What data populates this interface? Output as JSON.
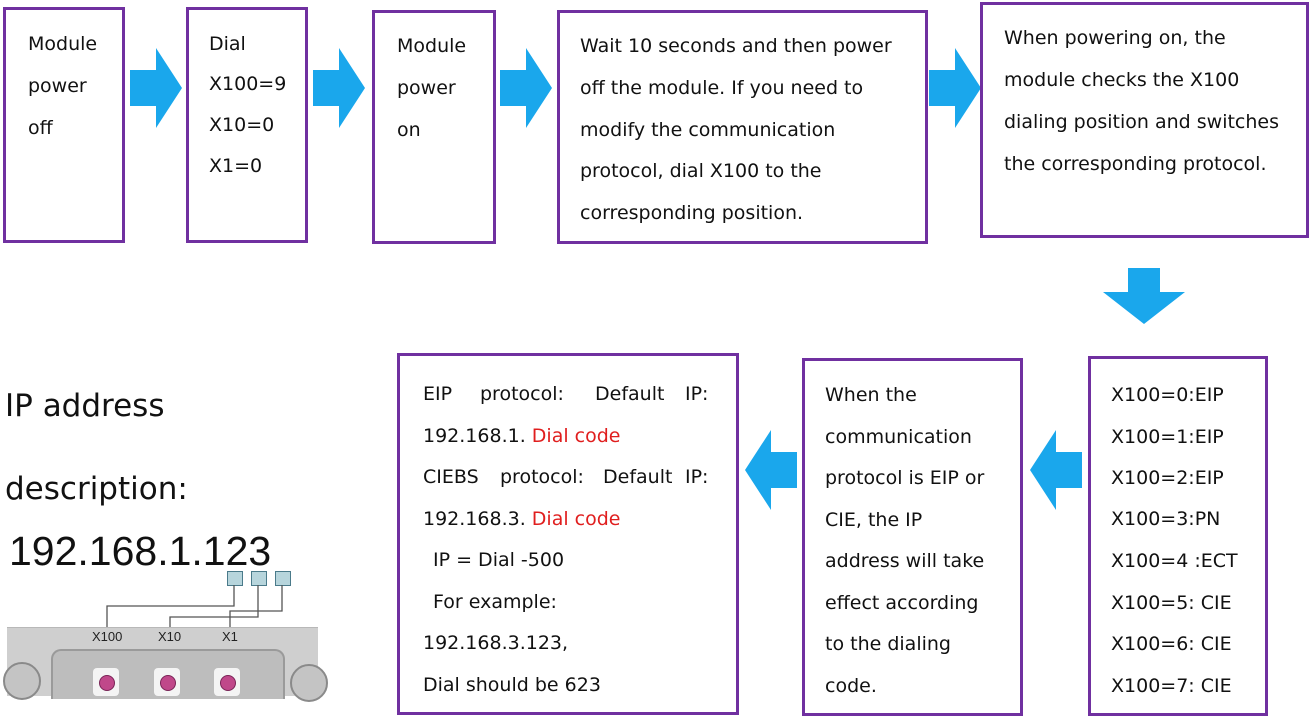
{
  "top_flow": {
    "box1": [
      "Module",
      "power",
      "off"
    ],
    "box2": [
      "Dial",
      "X100=9",
      "X10=0",
      "X1=0"
    ],
    "box3": [
      "Module",
      "power",
      "on"
    ],
    "box4": [
      "Wait 10 seconds and then power",
      "off the module. If you need to",
      "modify the communication",
      "protocol, dial X100 to the",
      "corresponding position."
    ],
    "box5": [
      "When powering on, the",
      "module checks the X100",
      "dialing position and switches",
      "the corresponding protocol."
    ]
  },
  "protocol_list": [
    "X100=0:EIP",
    "X100=1:EIP",
    "X100=2:EIP",
    "X100=3:PN",
    "X100=4 :ECT",
    "X100=5: CIE",
    "X100=6: CIE",
    "X100=7: CIE"
  ],
  "ip_effect": [
    "When the",
    "communication",
    "protocol is EIP or",
    "CIE, the IP",
    "address will take",
    "effect according",
    "to the dialing",
    "code."
  ],
  "ip_default": {
    "eip_label": "EIP",
    "eip_protocol": "protocol:",
    "eip_default": "Default",
    "eip_ip": "IP:",
    "eip_prefix": "192.168.1.",
    "eip_dial": "Dial code",
    "ciebs_label": "CIEBS",
    "ciebs_protocol": "protocol:",
    "ciebs_default": "Default",
    "ciebs_ip": "IP:",
    "ciebs_prefix": "192.168.3.",
    "ciebs_dial": "Dial code",
    "formula": "IP = Dial -500",
    "example_label": "For example:",
    "example_ip": "192.168.3.123,",
    "example_result": "Dial should be 623"
  },
  "ip_description": {
    "line1": "IP address",
    "line2": "description:",
    "ip_number": "192.168.1.123",
    "dials": [
      "X100",
      "X10",
      "X1"
    ]
  },
  "colors": {
    "box_border": "#7030a0",
    "arrow": "#1aa7ec",
    "highlight_text": "#e01e1e"
  }
}
